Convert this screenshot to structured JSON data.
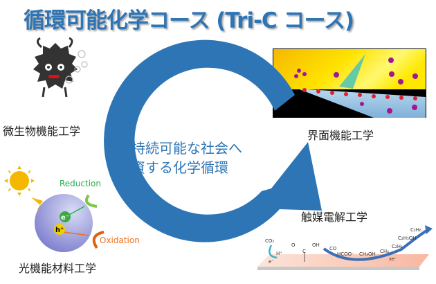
{
  "title": "循環可能化学コース (Tri-C コース)",
  "center": {
    "line1": "持続可能な社会へ",
    "line2": "資する化学循環"
  },
  "areas": {
    "microbial": "微生物機能工学",
    "interface": "界面機能工学",
    "catalysis": "触媒電解工学",
    "photo": "光機能材料工学"
  },
  "photo_diagram": {
    "reduction": "Reduction",
    "oxidation": "Oxidation",
    "electron": "e⁻",
    "hole": "h⁺"
  },
  "catalysis_diagram": {
    "labels": [
      "CO₂",
      "H⁺",
      "e⁻",
      "O",
      "OH",
      "C",
      "CO",
      "HCOO⁻",
      "CH₃OH",
      "CH₄",
      "C₂H₄",
      "C₂H₅OH",
      "C₂H₆",
      "xe⁻"
    ]
  },
  "colors": {
    "accent": "#2E75B6",
    "reduction": "#22B04C",
    "oxidation": "#F07020",
    "sun": "#F5B800"
  }
}
